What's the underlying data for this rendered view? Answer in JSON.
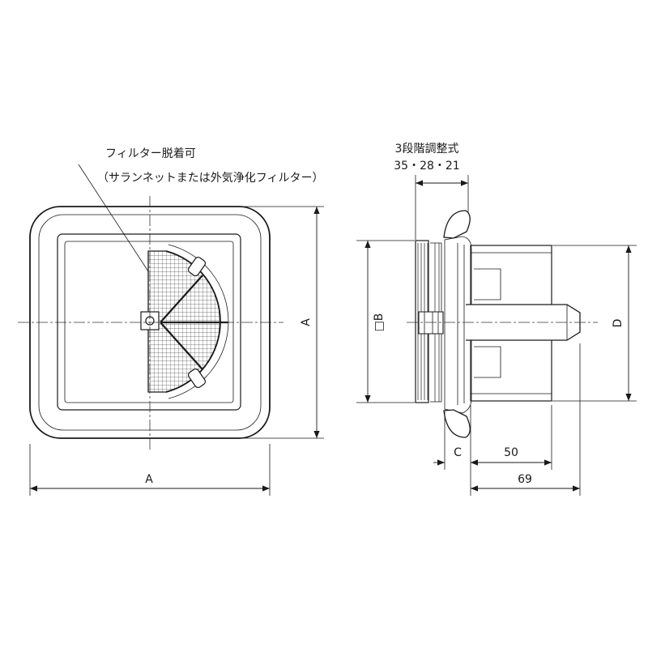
{
  "annotations": {
    "filter_note_line1": "フィルター脱着可",
    "filter_note_line2": "（サランネットまたは外気浄化フィルター）",
    "adjust_title": "3段階調整式",
    "adjust_values": "35・28・21"
  },
  "dimensions": {
    "front_width": "A",
    "front_height": "A",
    "side_square": "□B",
    "side_pipe": "D",
    "side_c": "C",
    "side_50": "50",
    "side_69": "69"
  }
}
